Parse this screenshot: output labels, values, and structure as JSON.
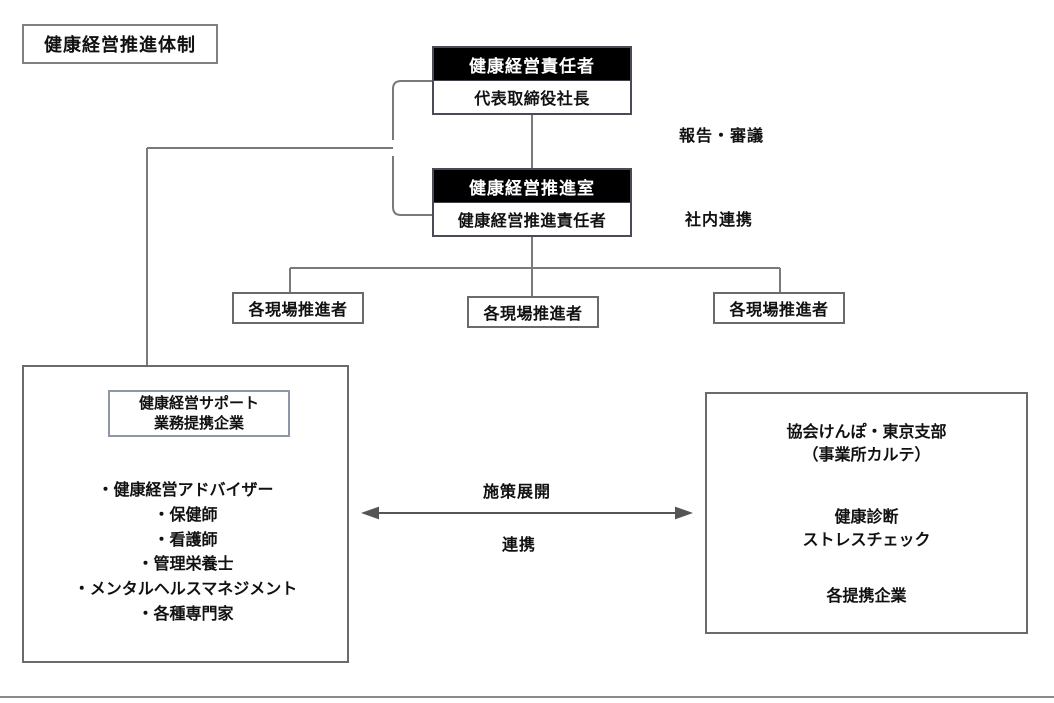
{
  "diagram": {
    "title": "健康経営推進体制",
    "top_boxes": [
      {
        "header": "健康経営責任者",
        "body": "代表取締役社長"
      },
      {
        "header": "健康経営推進室",
        "body": "健康経営推進責任者"
      }
    ],
    "side_labels": {
      "report": "報告・審議",
      "internal": "社内連携"
    },
    "promoters": [
      "各現場推進者",
      "各現場推進者",
      "各現場推進者"
    ],
    "left_panel": {
      "sub_box_line1": "健康経営サポート",
      "sub_box_line2": "業務提携企業",
      "items": [
        "・健康経営アドバイザー",
        "・保健師",
        "・看護師",
        "・管理栄養士",
        "・メンタルヘルスマネジメント",
        "・各種専門家"
      ]
    },
    "right_panel": {
      "head_line1": "協会けんぽ・東京支部",
      "head_line2": "（事業所カルテ）",
      "mid_line1": "健康診断",
      "mid_line2": "ストレスチェック",
      "foot": "各提携企業"
    },
    "arrow_labels": {
      "above": "施策展開",
      "below": "連携"
    },
    "colors": {
      "header_fill": "#000000",
      "header_text": "#ffffff",
      "box_border": "#6b6b6b",
      "stack_border": "#4a4a58",
      "sub_box_border": "#8f96a8",
      "connector": "#7a7a7a",
      "arrow": "#555555",
      "page_background": "#ffffff"
    }
  }
}
